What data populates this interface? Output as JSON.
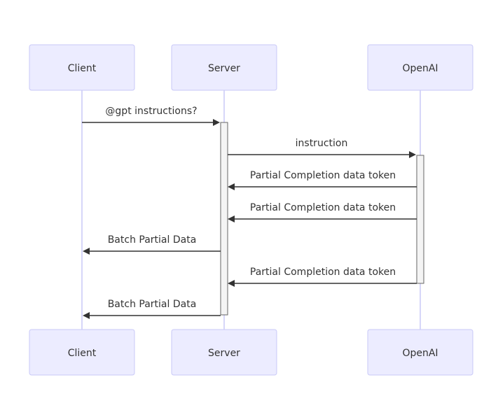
{
  "participants": [
    {
      "id": "client",
      "label": "Client"
    },
    {
      "id": "server",
      "label": "Server"
    },
    {
      "id": "openai",
      "label": "OpenAI"
    }
  ],
  "messages": [
    {
      "from": "client",
      "to": "server",
      "text": "@gpt instructions?"
    },
    {
      "from": "server",
      "to": "openai",
      "text": "instruction"
    },
    {
      "from": "openai",
      "to": "server",
      "text": "Partial Completion data token"
    },
    {
      "from": "openai",
      "to": "server",
      "text": "Partial Completion data token"
    },
    {
      "from": "server",
      "to": "client",
      "text": "Batch Partial Data"
    },
    {
      "from": "openai",
      "to": "server",
      "text": "Partial Completion data token"
    },
    {
      "from": "server",
      "to": "client",
      "text": "Batch Partial Data"
    }
  ],
  "colors": {
    "actor_fill": "#ececff",
    "actor_stroke": "#c9c9f7",
    "line": "#333333",
    "activation_fill": "#f4f4f4"
  }
}
